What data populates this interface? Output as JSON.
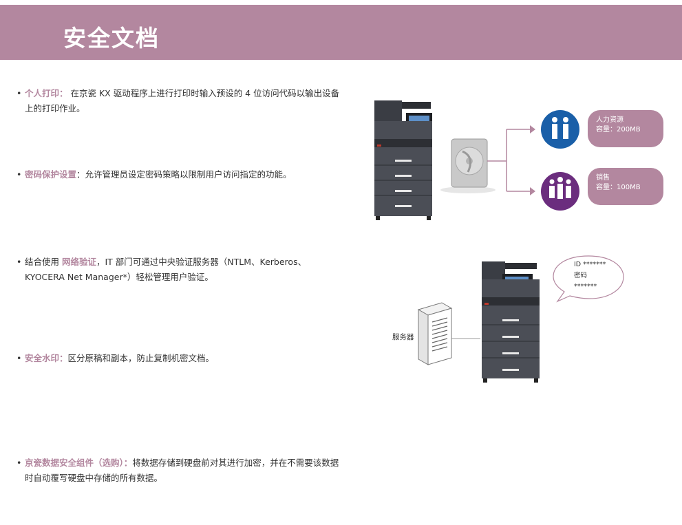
{
  "header": {
    "title": "安全文档"
  },
  "features": [
    {
      "highlight": "个人打印：",
      "text": " 在京瓷 KX 驱动程序上进行打印时输入预设的 4 位访问代码以输出设备上的打印作业。"
    },
    {
      "highlight": "密码保护设置",
      "text": "：允许管理员设定密码策略以限制用户访问指定的功能。"
    },
    {
      "prefix": "结合使用 ",
      "highlight": "网络验证",
      "text": "，IT 部门可通过中央验证服务器（NTLM、Kerberos、KYOCERA Net Manager*）轻松管理用户验证。"
    },
    {
      "highlight": "安全水印：",
      "text": "区分原稿和副本，防止复制机密文档。"
    },
    {
      "highlight": "京瓷数据安全组件（选购）：",
      "text": "将数据存储到硬盘前对其进行加密，并在不需要该数据时自动覆写硬盘中存储的所有数据。"
    }
  ],
  "figure1": {
    "group1": {
      "name": "人力资源",
      "capacity": "容量：200MB",
      "icon": "handshake-icon"
    },
    "group2": {
      "name": "销售",
      "capacity": "容量：100MB",
      "icon": "team-icon"
    }
  },
  "figure2": {
    "server_label": "服务器",
    "bubble_line1": "ID *******",
    "bubble_line2": "密码",
    "bubble_line3": "*******"
  },
  "colors": {
    "accent": "#b3879f",
    "blue": "#1a5fa8",
    "purple": "#6b2d7e"
  }
}
